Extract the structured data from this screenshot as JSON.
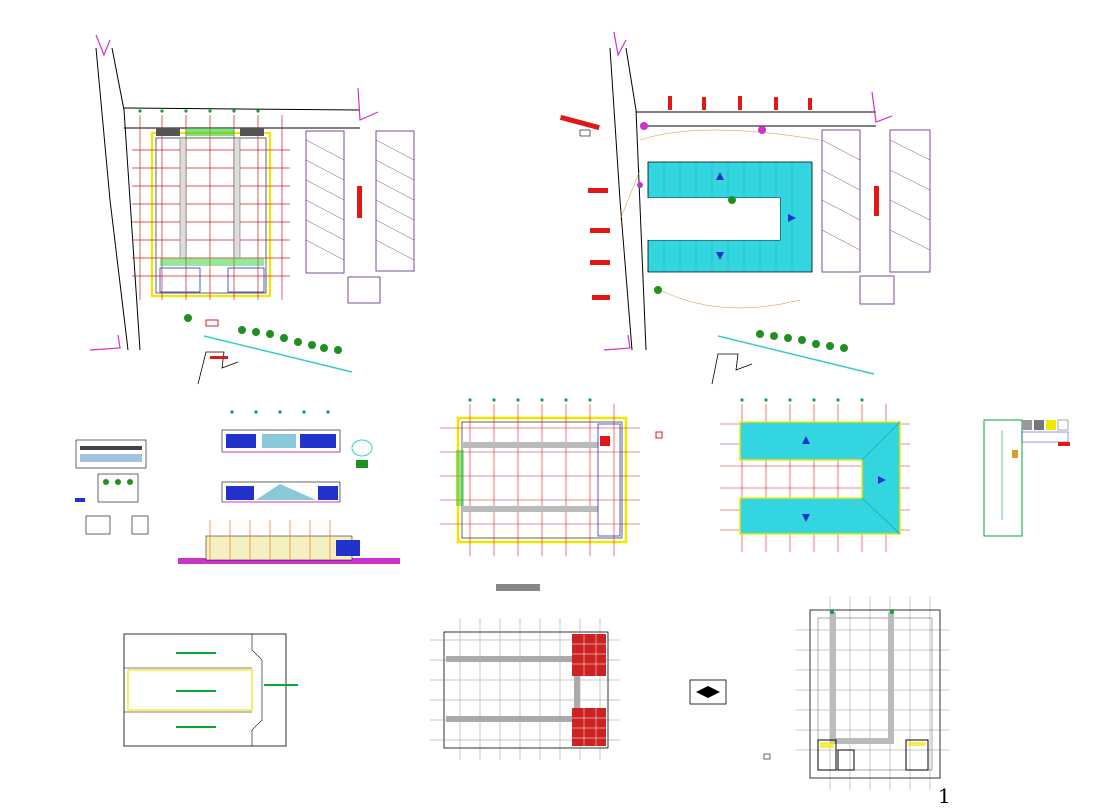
{
  "sheet": {
    "page_number": "1",
    "colors": {
      "line": "#000000",
      "grid": "#cc2222",
      "axis": "#00aa33",
      "magenta": "#cc33cc",
      "yellow": "#f2e600",
      "cyan": "#33cccc",
      "hatch": "#7a4a9a",
      "tree": "#1f8f1f",
      "red_block": "#e01818",
      "blue": "#2233cc"
    },
    "drawings": [
      {
        "id": "site-plan-left",
        "type": "site plan"
      },
      {
        "id": "site-plan-right",
        "type": "roof/site plan"
      },
      {
        "id": "legend-block",
        "type": "legend"
      },
      {
        "id": "elevations",
        "type": "elevations and section"
      },
      {
        "id": "floor-plan",
        "type": "floor plan"
      },
      {
        "id": "roof-plan",
        "type": "roof plan"
      },
      {
        "id": "detail-legend",
        "type": "detail legend"
      },
      {
        "id": "foundation-outline",
        "type": "outline plan"
      },
      {
        "id": "structural-plan",
        "type": "structural plan"
      },
      {
        "id": "framing-plan",
        "type": "framing plan"
      }
    ],
    "icons": [
      "tree-icon",
      "north-arrow-icon",
      "axis-bubble-icon"
    ]
  }
}
